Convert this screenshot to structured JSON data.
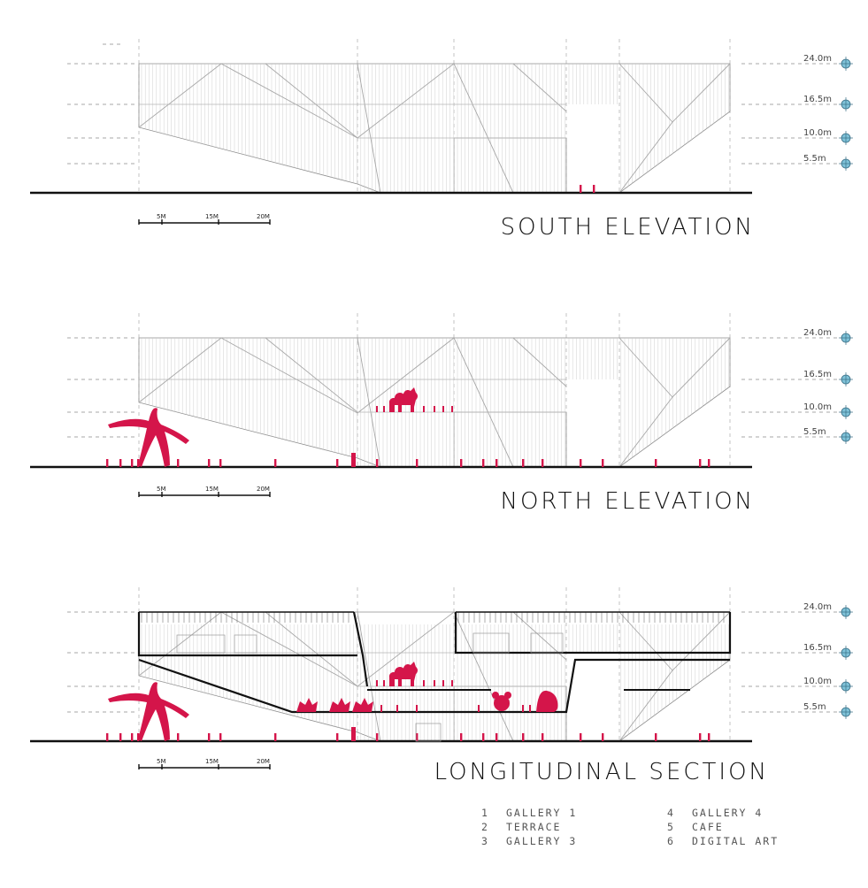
{
  "drawings": [
    {
      "id": "south",
      "title": "SOUTH ELEVATION",
      "levels": [
        "24.0m",
        "16.5m",
        "10.0m",
        "5.5m"
      ],
      "scale_labels": [
        "5M",
        "15M",
        "20M"
      ]
    },
    {
      "id": "north",
      "title": "NORTH ELEVATION",
      "levels": [
        "24.0m",
        "16.5m",
        "10.0m",
        "5.5m"
      ],
      "scale_labels": [
        "5M",
        "15M",
        "20M"
      ]
    },
    {
      "id": "section",
      "title": "LONGITUDINAL SECTION",
      "levels": [
        "24.0m",
        "16.5m",
        "10.0m",
        "5.5m"
      ],
      "scale_labels": [
        "5M",
        "15M",
        "20M"
      ]
    }
  ],
  "legend": [
    {
      "num": "1",
      "label": "GALLERY 1"
    },
    {
      "num": "2",
      "label": "TERRACE"
    },
    {
      "num": "3",
      "label": "GALLERY 3"
    },
    {
      "num": "4",
      "label": "GALLERY 4"
    },
    {
      "num": "5",
      "label": "CAFE"
    },
    {
      "num": "6",
      "label": "DIGITAL ART"
    }
  ],
  "colors": {
    "line": "#9a9a9a",
    "ground": "#111111",
    "accent": "#d4154a",
    "marker": "#7fc2d8"
  }
}
